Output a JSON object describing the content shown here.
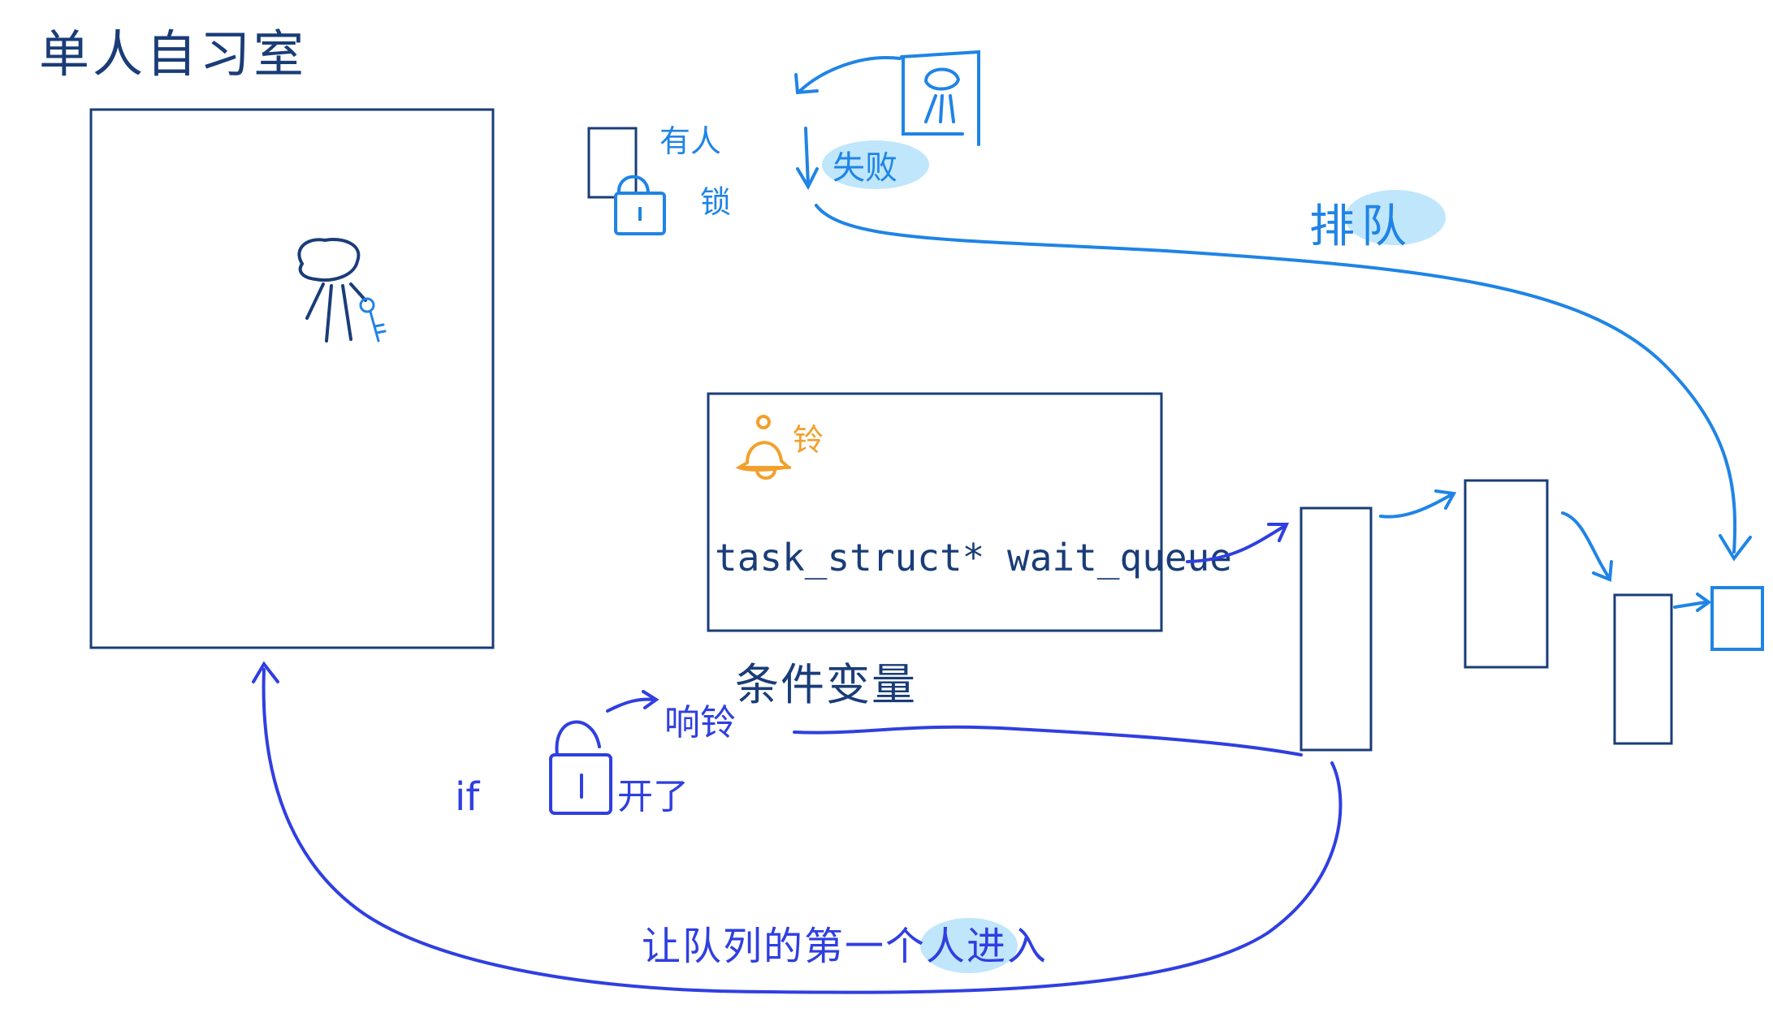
{
  "labels": {
    "room_title": "单人自习室",
    "occupied": "有人",
    "lock": "锁",
    "fail": "失败",
    "queue": "排队",
    "bell": "铃",
    "wait_queue_code": "task_struct* wait_queue",
    "condition_variable": "条件变量",
    "if_text": "if",
    "bell_ring": "响铃",
    "opened": "开了",
    "first_enters": "让队列的第一个人进入"
  },
  "colors": {
    "dark_navy": "#1a3d78",
    "sky_blue": "#1f84e6",
    "royal_blue": "#2f3fe0",
    "orange": "#f2a02c",
    "highlight": "#bfe6fb",
    "black": "#1a1a1a"
  }
}
